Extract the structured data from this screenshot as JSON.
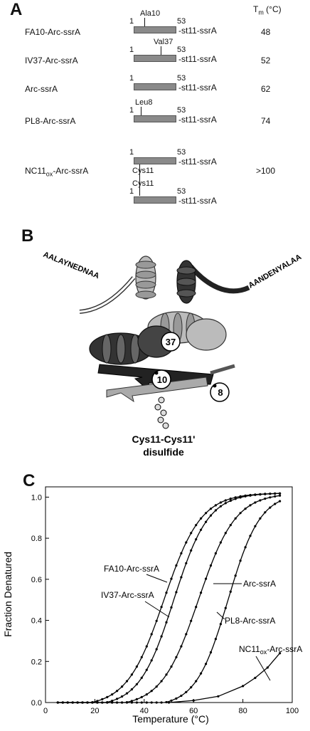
{
  "panelA": {
    "letter": "A",
    "tm_header": "T",
    "tm_sub": "m",
    "tm_unit": " (°C)",
    "rows": [
      {
        "name": "FA10-Arc-ssrA",
        "start": "1",
        "end": "53",
        "suffix": "-st11-ssrA",
        "marker": "Ala10",
        "tm": "48"
      },
      {
        "name": "IV37-Arc-ssrA",
        "start": "1",
        "end": "53",
        "suffix": "-st11-ssrA",
        "marker": "Val37",
        "tm": "52"
      },
      {
        "name": "Arc-ssrA",
        "start": "1",
        "end": "53",
        "suffix": "-st11-ssrA",
        "marker": "",
        "tm": "62"
      },
      {
        "name": "PL8-Arc-ssrA",
        "start": "1",
        "end": "53",
        "suffix": "-st11-ssrA",
        "marker": "Leu8",
        "tm": "74"
      }
    ],
    "nc11": {
      "name_pre": "NC11",
      "name_sub": "ox",
      "name_post": "-Arc-ssrA",
      "start": "1",
      "end": "53",
      "suffix": "-st11-ssrA",
      "marker_top": "Cys11",
      "marker_bottom": "Cys11",
      "tm": ">100"
    }
  },
  "panelB": {
    "letter": "B",
    "tail_left": "AALAYNEDNAA",
    "tail_right": "AANDENYALAA",
    "label_37": "37",
    "label_10": "10",
    "label_8": "8",
    "caption_line1": "Cys11-Cys11'",
    "caption_line2": "disulfide"
  },
  "panelC": {
    "letter": "C",
    "chart_data": {
      "type": "line",
      "xlabel": "Temperature (°C)",
      "ylabel": "Fraction Denatured",
      "xlim": [
        0,
        100
      ],
      "ylim": [
        0,
        1.05
      ],
      "xticks": [
        "0",
        "20",
        "40",
        "60",
        "80",
        "100"
      ],
      "yticks": [
        "0.0",
        "0.2",
        "0.4",
        "0.6",
        "0.8",
        "1.0"
      ],
      "series": [
        {
          "name": "FA10-Arc-ssrA",
          "tm": 48
        },
        {
          "name": "IV37-Arc-ssrA",
          "tm": 52
        },
        {
          "name": "Arc-ssrA",
          "tm": 62
        },
        {
          "name": "PL8-Arc-ssrA",
          "tm": 74
        },
        {
          "name": "NC11ox-Arc-ssrA",
          "x": [
            50,
            60,
            70,
            80,
            85,
            90,
            95
          ],
          "values": [
            0.0,
            0.01,
            0.03,
            0.08,
            0.12,
            0.17,
            0.24
          ]
        }
      ],
      "labels": {
        "fa10": "FA10-Arc-ssrA",
        "iv37": "IV37-Arc-ssrA",
        "arc": "Arc-ssrA",
        "pl8": "PL8-Arc-ssrA",
        "nc_pre": "NC11",
        "nc_sub": "ox",
        "nc_post": "-Arc-ssrA"
      }
    }
  }
}
